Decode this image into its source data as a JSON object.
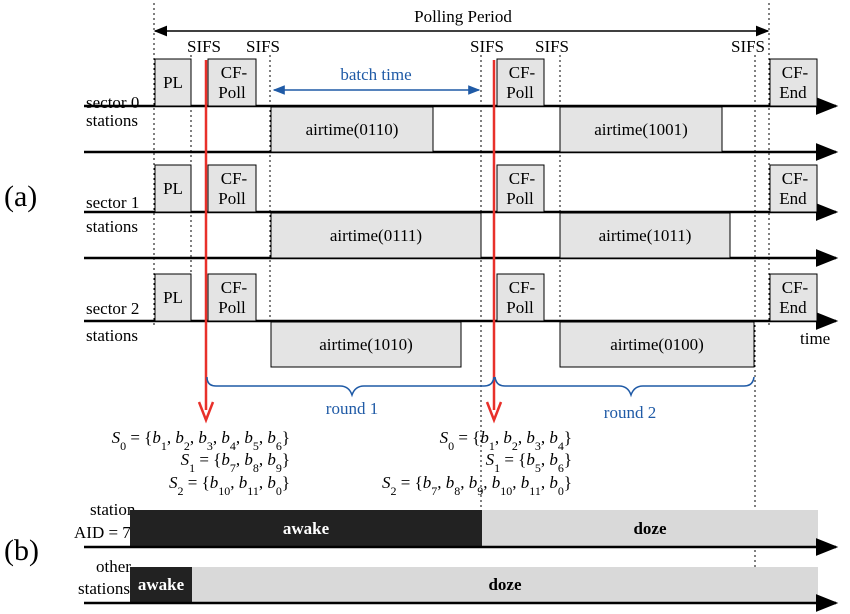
{
  "panel_a_label": "(a)",
  "panel_b_label": "(b)",
  "polling_period": "Polling Period",
  "sifs": "SIFS",
  "batch_time": "batch time",
  "time_label": "time",
  "round1": "round 1",
  "round2": "round 2",
  "pl": "PL",
  "cf_poll": [
    "CF-",
    "Poll"
  ],
  "cf_end": [
    "CF-",
    "End"
  ],
  "sectors": [
    {
      "name": "sector 0",
      "stations_label": "stations",
      "airtime1": "airtime(0110)",
      "airtime2": "airtime(1001)"
    },
    {
      "name": "sector 1",
      "stations_label": "stations",
      "airtime1": "airtime(0111)",
      "airtime2": "airtime(1011)"
    },
    {
      "name": "sector 2",
      "stations_label": "stations",
      "airtime1": "airtime(1010)",
      "airtime2": "airtime(0100)"
    }
  ],
  "sets_round1": {
    "s0": {
      "sym": "S",
      "sub": "0",
      "items": [
        [
          "b",
          "1"
        ],
        [
          "b",
          "2"
        ],
        [
          "b",
          "3"
        ],
        [
          "b",
          "4"
        ],
        [
          "b",
          "5"
        ],
        [
          "b",
          "6"
        ]
      ]
    },
    "s1": {
      "sym": "S",
      "sub": "1",
      "items": [
        [
          "b",
          "7"
        ],
        [
          "b",
          "8"
        ],
        [
          "b",
          "9"
        ]
      ]
    },
    "s2": {
      "sym": "S",
      "sub": "2",
      "items": [
        [
          "b",
          "10"
        ],
        [
          "b",
          "11"
        ],
        [
          "b",
          "0"
        ]
      ]
    }
  },
  "sets_round2": {
    "s0": {
      "sym": "S",
      "sub": "0",
      "items": [
        [
          "b",
          "1"
        ],
        [
          "b",
          "2"
        ],
        [
          "b",
          "3"
        ],
        [
          "b",
          "4"
        ]
      ]
    },
    "s1": {
      "sym": "S",
      "sub": "1",
      "items": [
        [
          "b",
          "5"
        ],
        [
          "b",
          "6"
        ]
      ]
    },
    "s2": {
      "sym": "S",
      "sub": "2",
      "items": [
        [
          "b",
          "7"
        ],
        [
          "b",
          "8"
        ],
        [
          "b",
          "9"
        ],
        [
          "b",
          "10"
        ],
        [
          "b",
          "11"
        ],
        [
          "b",
          "0"
        ]
      ]
    }
  },
  "station7": {
    "line1": "station",
    "line2": "AID = 7",
    "awake": "awake",
    "doze": "doze"
  },
  "other": {
    "line1": "other",
    "line2": "stations",
    "awake": "awake",
    "doze": "doze"
  },
  "colors": {
    "box_fill": "#e4e4e4",
    "arrow_red": "#e8302a",
    "brace_blue": "#1f5aa6",
    "awake_fill": "#222222",
    "doze_fill": "#d9d9d9"
  }
}
